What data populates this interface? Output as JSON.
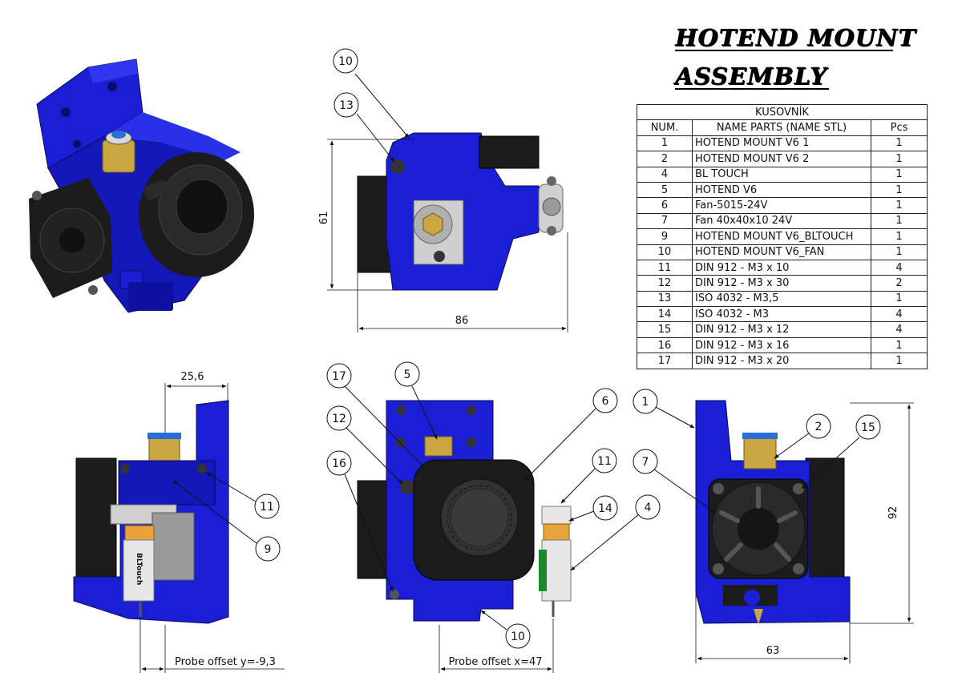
{
  "title": {
    "line1": "HOTEND MOUNT",
    "line2": "ASSEMBLY"
  },
  "bom": {
    "caption": "KUSOVNÍK",
    "headers": {
      "num": "NUM.",
      "name": "NAME PARTS (NAME STL)",
      "pcs": "Pcs"
    },
    "rows": [
      {
        "num": "1",
        "name": "HOTEND MOUNT V6 1",
        "pcs": "1"
      },
      {
        "num": "2",
        "name": "HOTEND MOUNT V6 2",
        "pcs": "1"
      },
      {
        "num": "4",
        "name": "BL TOUCH",
        "pcs": "1"
      },
      {
        "num": "5",
        "name": "HOTEND V6",
        "pcs": "1"
      },
      {
        "num": "6",
        "name": "Fan-5015-24V",
        "pcs": "1"
      },
      {
        "num": "7",
        "name": "Fan 40x40x10 24V",
        "pcs": "1"
      },
      {
        "num": "9",
        "name": "HOTEND MOUNT V6_BLTOUCH",
        "pcs": "1"
      },
      {
        "num": "10",
        "name": "HOTEND MOUNT V6_FAN",
        "pcs": "1"
      },
      {
        "num": "11",
        "name": "DIN 912 - M3 x 10",
        "pcs": "4"
      },
      {
        "num": "12",
        "name": "DIN 912 - M3 x 30",
        "pcs": "2"
      },
      {
        "num": "13",
        "name": "ISO 4032 - M3,5",
        "pcs": "1"
      },
      {
        "num": "14",
        "name": "ISO 4032 - M3",
        "pcs": "4"
      },
      {
        "num": "15",
        "name": "DIN 912 - M3 x 12",
        "pcs": "4"
      },
      {
        "num": "16",
        "name": "DIN 912 - M3 x 16",
        "pcs": "1"
      },
      {
        "num": "17",
        "name": "DIN 912 - M3 x 20",
        "pcs": "1"
      }
    ]
  },
  "dimensions": {
    "top_height": "61",
    "top_width": "86",
    "side_offset": "25,6",
    "probe_offset_y": "Probe offset y=-9,3",
    "front_offset_x": "Probe offset x=47",
    "right_height": "92",
    "right_width": "63"
  },
  "balloons": {
    "b10a": "10",
    "b13": "13",
    "b11a": "11",
    "b9": "9",
    "b17": "17",
    "b5": "5",
    "b12": "12",
    "b16": "16",
    "b10b": "10",
    "b6": "6",
    "b11b": "11",
    "b14": "14",
    "b4": "4",
    "b1": "1",
    "b2": "2",
    "b15": "15",
    "b7": "7"
  },
  "labels": {
    "bltouch_text": "BLTouch"
  },
  "colors": {
    "part_blue": "#1a1fd6",
    "part_dark_blue": "#0c0f8a",
    "fan_black": "#1c1c1c",
    "brass": "#c9a640",
    "probe_orange": "#e8a33a"
  }
}
